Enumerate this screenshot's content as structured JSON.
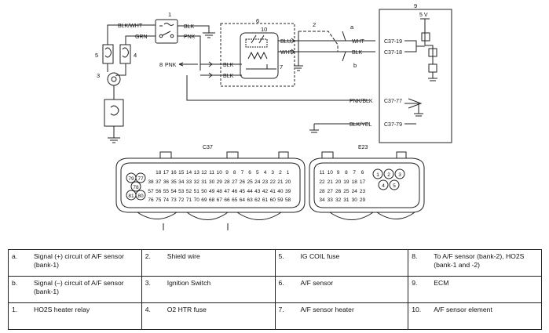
{
  "wiring": {
    "wire_labels": {
      "blk_wht": "BLK/WHT",
      "blk_1": "BLK",
      "grn": "GRN",
      "pnk_1": "PNK",
      "pnk_2": "PNK",
      "blk_2": "BLK",
      "blk_3": "BLK",
      "blu": "BLU",
      "wht": "WHT",
      "wht_out": "WHT",
      "blk_out": "BLK",
      "pnk_blk": "PNK/BLK",
      "blk_yel": "BLK/YEL"
    },
    "terminals": {
      "c37_19": "C37-19",
      "c37_18": "C37-18",
      "c37_77": "C37-77",
      "c37_79": "C37-79"
    },
    "ecm_supply": "5 V",
    "callouts": {
      "c1": "1",
      "c2": "2",
      "c3": "3",
      "c4": "4",
      "c5": "5",
      "c6": "6",
      "c7": "7",
      "c8": "8",
      "c9": "9",
      "c10": "10",
      "ca": "a",
      "cb": "b"
    }
  },
  "connectors": {
    "c37": {
      "label": "C37",
      "row1": [
        "18",
        "17",
        "16",
        "15",
        "14",
        "13",
        "12",
        "11",
        "10",
        "9",
        "8",
        "7",
        "6",
        "5",
        "4",
        "3",
        "2",
        "1"
      ],
      "row2": [
        "38",
        "37",
        "36",
        "35",
        "34",
        "33",
        "32",
        "31",
        "30",
        "29",
        "28",
        "27",
        "26",
        "25",
        "24",
        "23",
        "22",
        "21",
        "20"
      ],
      "row3": [
        "57",
        "56",
        "55",
        "54",
        "53",
        "52",
        "51",
        "50",
        "49",
        "48",
        "47",
        "46",
        "45",
        "44",
        "43",
        "42",
        "41",
        "40",
        "39"
      ],
      "row4": [
        "76",
        "75",
        "74",
        "73",
        "72",
        "71",
        "70",
        "69",
        "68",
        "67",
        "66",
        "65",
        "64",
        "63",
        "62",
        "61",
        "60",
        "59",
        "58"
      ],
      "round": [
        "79",
        "77",
        "78",
        "81",
        "80"
      ]
    },
    "e23": {
      "label": "E23",
      "row1": [
        "11",
        "10",
        "9",
        "8",
        "7",
        "6"
      ],
      "row2": [
        "22",
        "21",
        "20",
        "19",
        "18",
        "17"
      ],
      "row3": [
        "28",
        "27",
        "26",
        "25",
        "24",
        "23"
      ],
      "row4": [
        "34",
        "33",
        "32",
        "31",
        "30",
        "29"
      ],
      "round": [
        "1",
        "2",
        "3",
        "4",
        "5"
      ]
    }
  },
  "legend": {
    "rows": [
      [
        {
          "num": "a.",
          "text": "Signal (+) circuit of A/F sensor (bank-1)"
        },
        {
          "num": "2.",
          "text": "Shield wire"
        },
        {
          "num": "5.",
          "text": "IG COIL fuse"
        },
        {
          "num": "8.",
          "text": "To A/F sensor (bank-2), HO2S (bank-1 and -2)"
        }
      ],
      [
        {
          "num": "b.",
          "text": "Signal (–) circuit of A/F sensor (bank-1)"
        },
        {
          "num": "3.",
          "text": "Ignition Switch"
        },
        {
          "num": "6.",
          "text": "A/F sensor"
        },
        {
          "num": "9.",
          "text": "ECM"
        }
      ],
      [
        {
          "num": "1.",
          "text": "HO2S heater relay"
        },
        {
          "num": "4.",
          "text": "O2 HTR fuse"
        },
        {
          "num": "7.",
          "text": "A/F sensor heater"
        },
        {
          "num": "10.",
          "text": "A/F sensor element"
        }
      ]
    ]
  }
}
